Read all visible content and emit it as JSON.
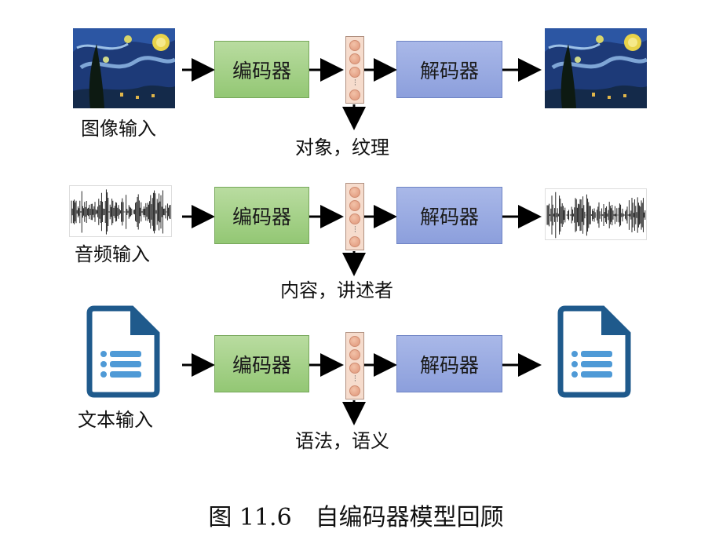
{
  "rows": [
    {
      "input_label": "图像输入",
      "encoder": "编码器",
      "decoder": "解码器",
      "latent_label": "对象，纹理"
    },
    {
      "input_label": "音频输入",
      "encoder": "编码器",
      "decoder": "解码器",
      "latent_label": "内容，讲述者"
    },
    {
      "input_label": "文本输入",
      "encoder": "编码器",
      "decoder": "解码器",
      "latent_label": "语法，语义"
    }
  ],
  "caption": "图 11.6　自编码器模型回顾",
  "colors": {
    "encoder": "#a6d18a",
    "decoder": "#99aae2",
    "latent": "#f6dccd",
    "doc_icon": "#1f5a8c"
  },
  "icons": {
    "image": "starry-night-painting",
    "audio": "waveform-icon",
    "text": "document-list-icon"
  }
}
